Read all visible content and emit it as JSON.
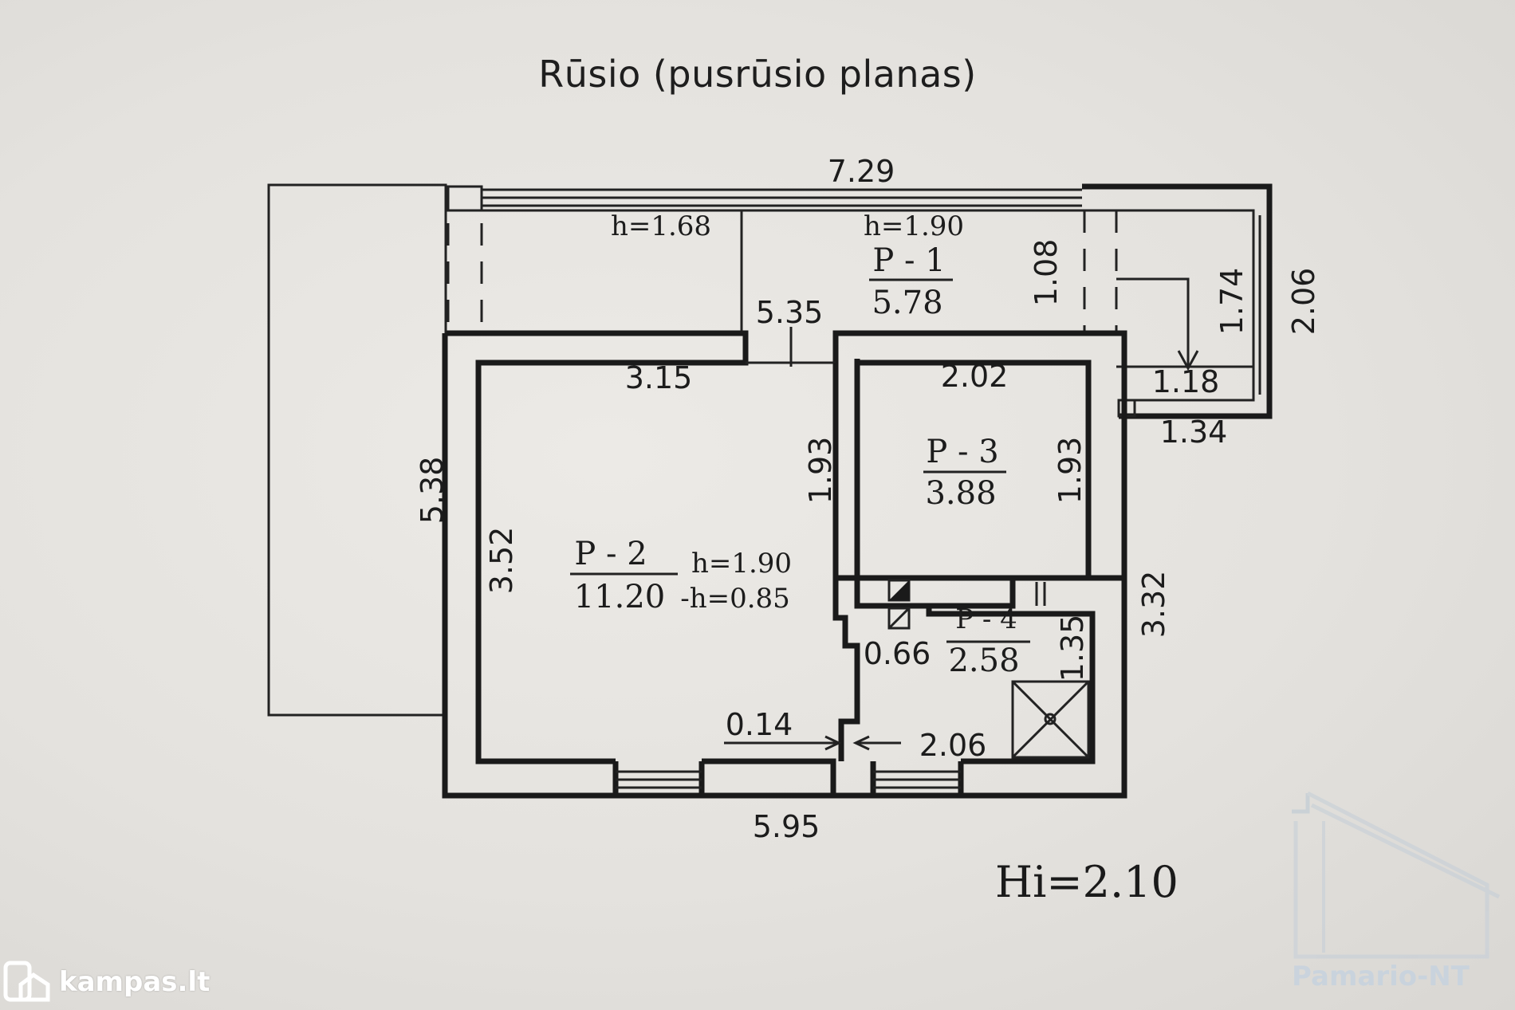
{
  "title": "Rūsio (pusrūsio planas)",
  "dimensions": {
    "top_width": "7.29",
    "inner_span": "5.35",
    "left_height": "5.38",
    "p2_width": "3.15",
    "p2_height": "3.52",
    "p2_right": "1.93",
    "p3_width": "2.02",
    "p3_right": "1.93",
    "right_height": "3.32",
    "corridor_height": "1.08",
    "stair_width": "1.18",
    "stair_outer": "1.34",
    "stair_height": "1.74",
    "stair_outer_height": "2.06",
    "bottom_width": "5.95",
    "wall_gap": "0.14",
    "p4_width": "2.06",
    "p4_small": "0.66",
    "p4_height": "1.35"
  },
  "rooms": {
    "p1": {
      "label": "P - 1",
      "area": "5.78",
      "height_a": "h=1.68",
      "height_b": "h=1.90"
    },
    "p2": {
      "label": "P - 2",
      "area": "11.20",
      "height": "h=1.90",
      "depth": "-h=0.85"
    },
    "p3": {
      "label": "P - 3",
      "area": "3.88"
    },
    "p4": {
      "label": "P - 4",
      "area": "2.58"
    }
  },
  "ceiling_height": "Hi=2.10",
  "watermarks": {
    "left": "kampas.lt",
    "right": "Pamario-NT"
  },
  "icons": [
    "house-logo-icon",
    "roof-logo-icon"
  ]
}
